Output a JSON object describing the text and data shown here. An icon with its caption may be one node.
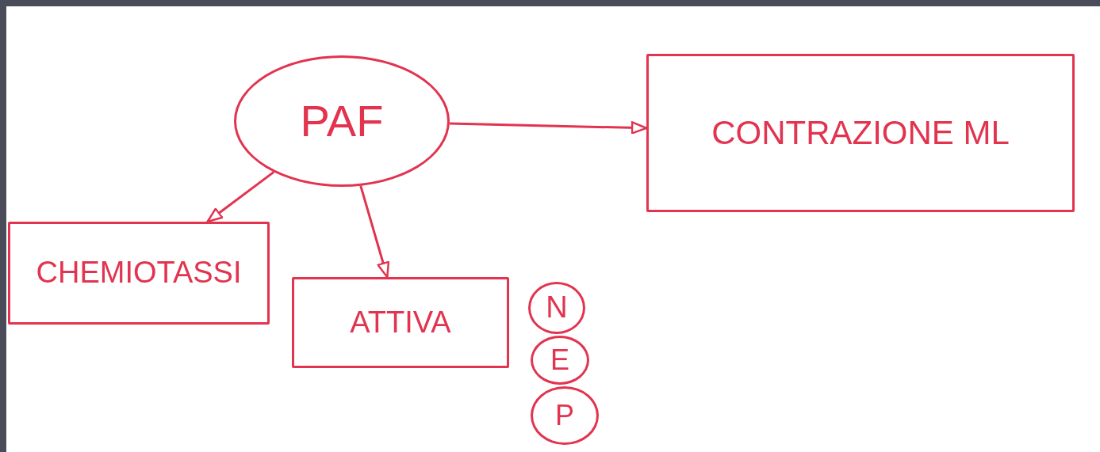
{
  "diagram": {
    "nodes": [
      {
        "text": [
          "PAF"
        ]
      },
      {
        "text": [
          "CONTRAZIONE ML"
        ]
      },
      {
        "text": [
          "CHEMIOTASSI"
        ]
      },
      {
        "text": [
          "ATTIVA"
        ]
      },
      {
        "text": [
          "N"
        ]
      },
      {
        "text": [
          "E"
        ]
      },
      {
        "text": [
          "P"
        ]
      }
    ],
    "edges": [
      {
        "from": 0,
        "to": 1,
        "arrow": "to"
      },
      {
        "from": 0,
        "to": 2,
        "arrow": "to"
      },
      {
        "from": 0,
        "to": 3,
        "arrow": "to"
      }
    ]
  }
}
